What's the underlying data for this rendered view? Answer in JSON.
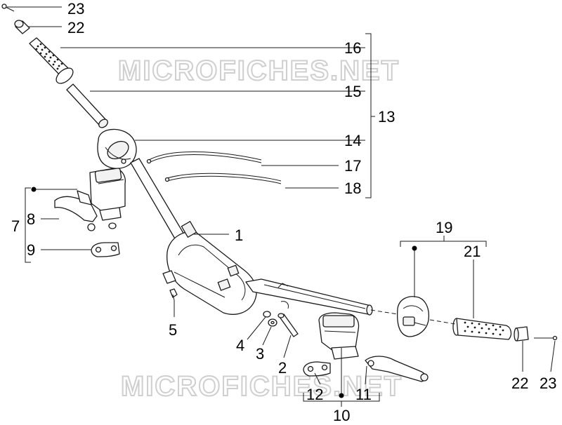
{
  "watermark": "MICROFICHES.NET",
  "callouts": {
    "c1": "1",
    "c2": "2",
    "c3": "3",
    "c4": "4",
    "c5": "5",
    "c7": "7",
    "c8": "8",
    "c9": "9",
    "c10": "10",
    "c11": "11",
    "c12": "12",
    "c13": "13",
    "c14": "14",
    "c15": "15",
    "c16": "16",
    "c17": "17",
    "c18": "18",
    "c19": "19",
    "c21": "21",
    "c22a": "22",
    "c22b": "22",
    "c23a": "23",
    "c23b": "23"
  }
}
